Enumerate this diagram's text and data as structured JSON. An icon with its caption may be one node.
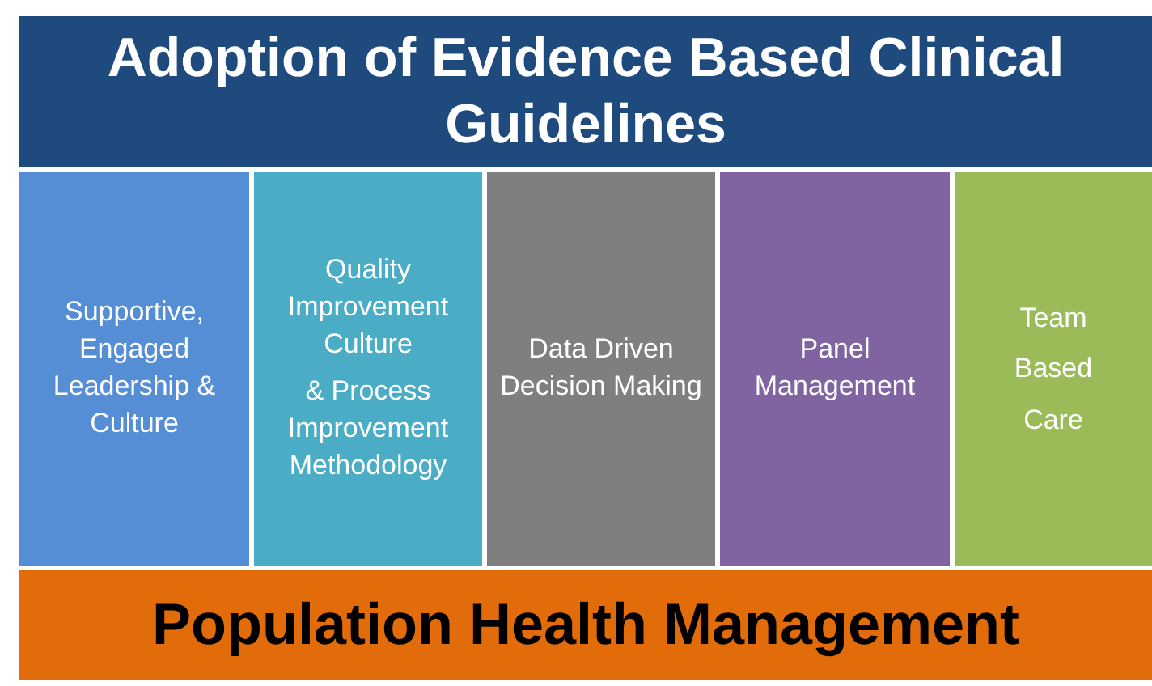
{
  "diagram": {
    "nodes": [
      {
        "text": [
          "Adoption of Evidence Based Clinical Guidelines"
        ]
      },
      {
        "text": [
          "Supportive, Engaged Leadership & Culture"
        ]
      },
      {
        "text": [
          "Quality Improvement Culture",
          "& Process Improvement Methodology"
        ]
      },
      {
        "text": [
          "Data Driven Decision Making"
        ]
      },
      {
        "text": [
          "Panel Management"
        ]
      },
      {
        "text": [
          "Team Based Care"
        ]
      },
      {
        "text": [
          "Population Health Management"
        ]
      }
    ]
  }
}
